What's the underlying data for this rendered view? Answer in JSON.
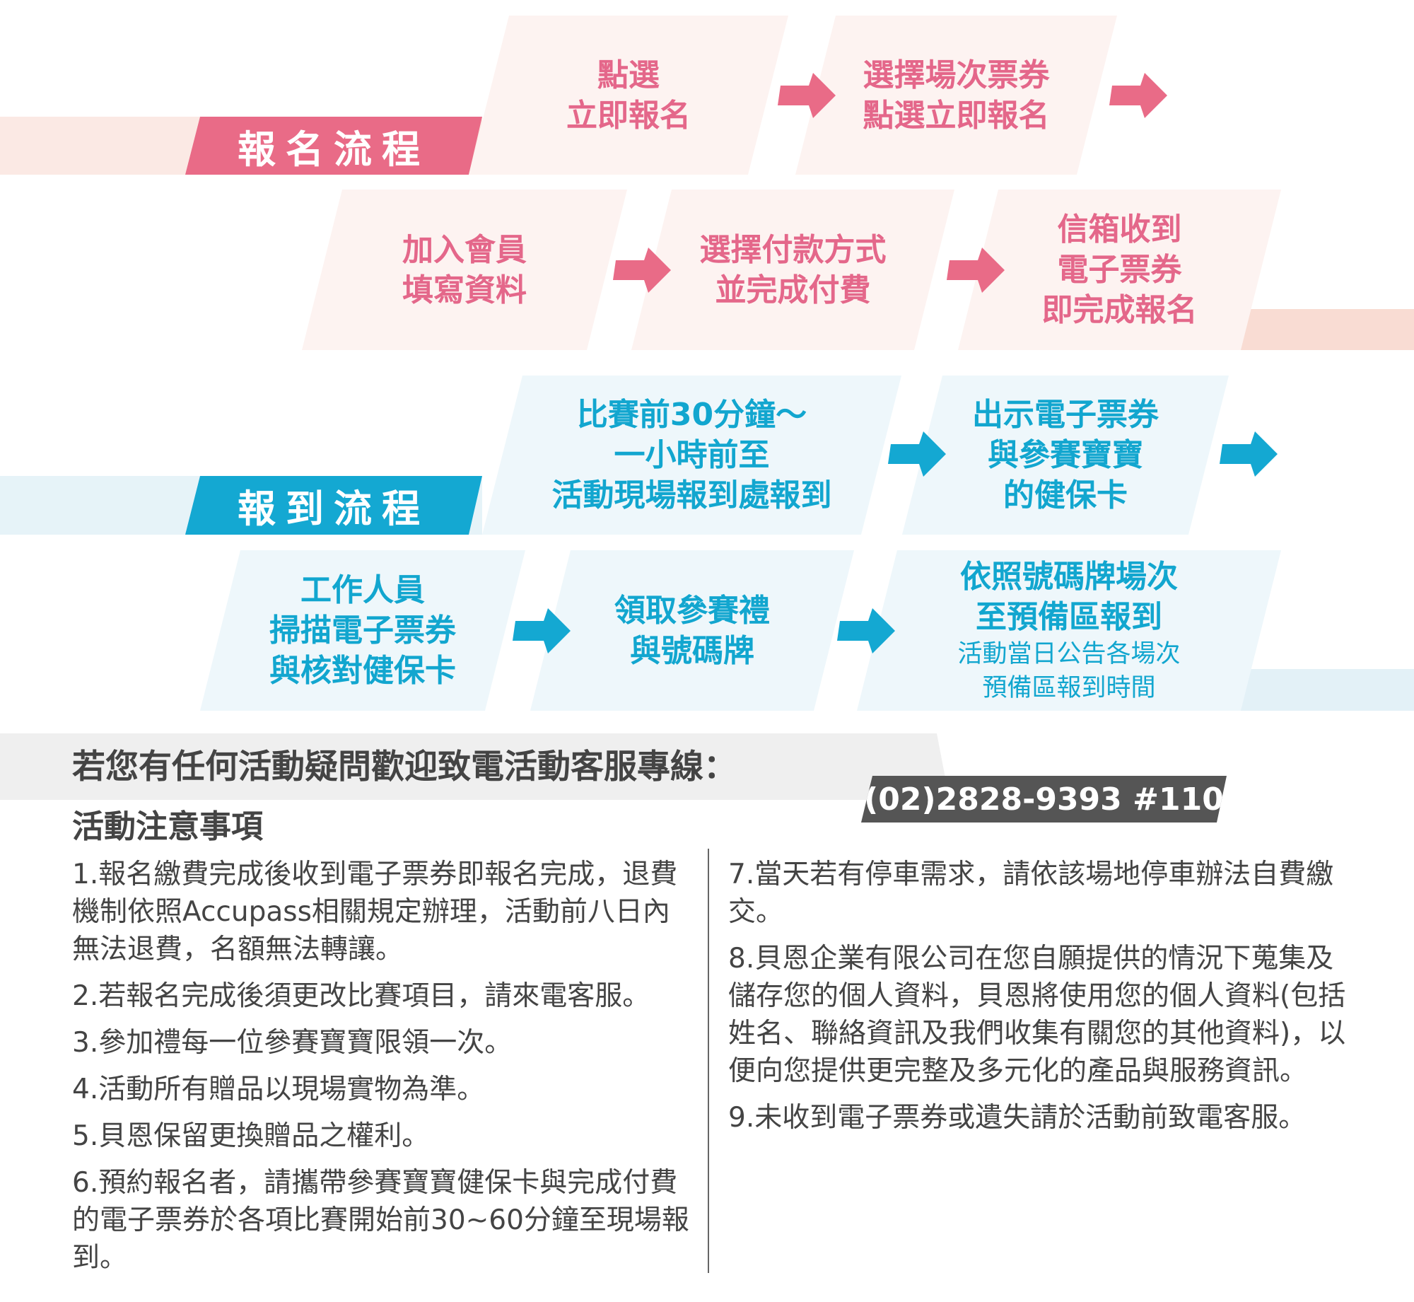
{
  "colors": {
    "pink": "#e96b87",
    "blue": "#14a8d2",
    "gray_dark": "#555555"
  },
  "registration": {
    "title": "報名流程",
    "steps": [
      "點選\n立即報名",
      "選擇場次票券\n點選立即報名",
      "加入會員\n填寫資料",
      "選擇付款方式\n並完成付費",
      "信箱收到\n電子票券\n即完成報名"
    ]
  },
  "checkin": {
    "title": "報到流程",
    "steps": [
      "比賽前30分鐘～\n一小時前至\n活動現場報到處報到",
      "出示電子票券\n與參賽寶寶\n的健保卡",
      "工作人員\n掃描電子票券\n與核對健保卡",
      "領取參賽禮\n與號碼牌"
    ],
    "last_step_main": "依照號碼牌場次\n至預備區報到",
    "last_step_sub": "活動當日公告各場次\n預備區報到時間"
  },
  "contact": {
    "text": "若您有任何活動疑問歡迎致電活動客服專線：",
    "phone": "(02)2828-9393 #110"
  },
  "notes": {
    "heading": "活動注意事項",
    "left": [
      "1.報名繳費完成後收到電子票券即報名完成，退費機制依照Accupass相關規定辦理，活動前八日內無法退費，名額無法轉讓。",
      "2.若報名完成後須更改比賽項目，請來電客服。",
      "3.參加禮每一位參賽寶寶限領一次。",
      "4.活動所有贈品以現場實物為準。",
      "5.貝恩保留更換贈品之權利。",
      "6.預約報名者，請攜帶參賽寶寶健保卡與完成付費的電子票券於各項比賽開始前30~60分鐘至現場報到。"
    ],
    "right": [
      "7.當天若有停車需求，請依該場地停車辦法自費繳交。",
      "8.貝恩企業有限公司在您自願提供的情況下蒐集及儲存您的個人資料，貝恩將使用您的個人資料(包括姓名、聯絡資訊及我們收集有關您的其他資料)，以便向您提供更完整及多元化的產品與服務資訊。",
      "9.未收到電子票券或遺失請於活動前致電客服。"
    ]
  }
}
